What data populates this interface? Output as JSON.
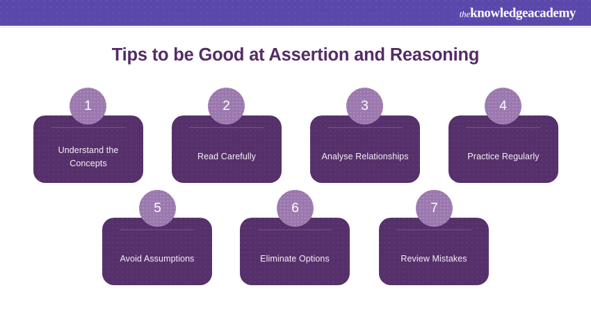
{
  "header": {
    "logo_the": "the",
    "logo_main": "knowledgeacademy",
    "band_color": "#5b48ab"
  },
  "title": "Tips to be Good at Assertion and Reasoning",
  "title_color": "#552c66",
  "card_color": "#56306a",
  "badge_color": "#9b78ae",
  "cards": [
    {
      "number": "1",
      "label": "Understand the Concepts"
    },
    {
      "number": "2",
      "label": "Read Carefully"
    },
    {
      "number": "3",
      "label": "Analyse Relationships"
    },
    {
      "number": "4",
      "label": "Practice Regularly"
    },
    {
      "number": "5",
      "label": "Avoid Assumptions"
    },
    {
      "number": "6",
      "label": "Eliminate Options"
    },
    {
      "number": "7",
      "label": "Review Mistakes"
    }
  ]
}
